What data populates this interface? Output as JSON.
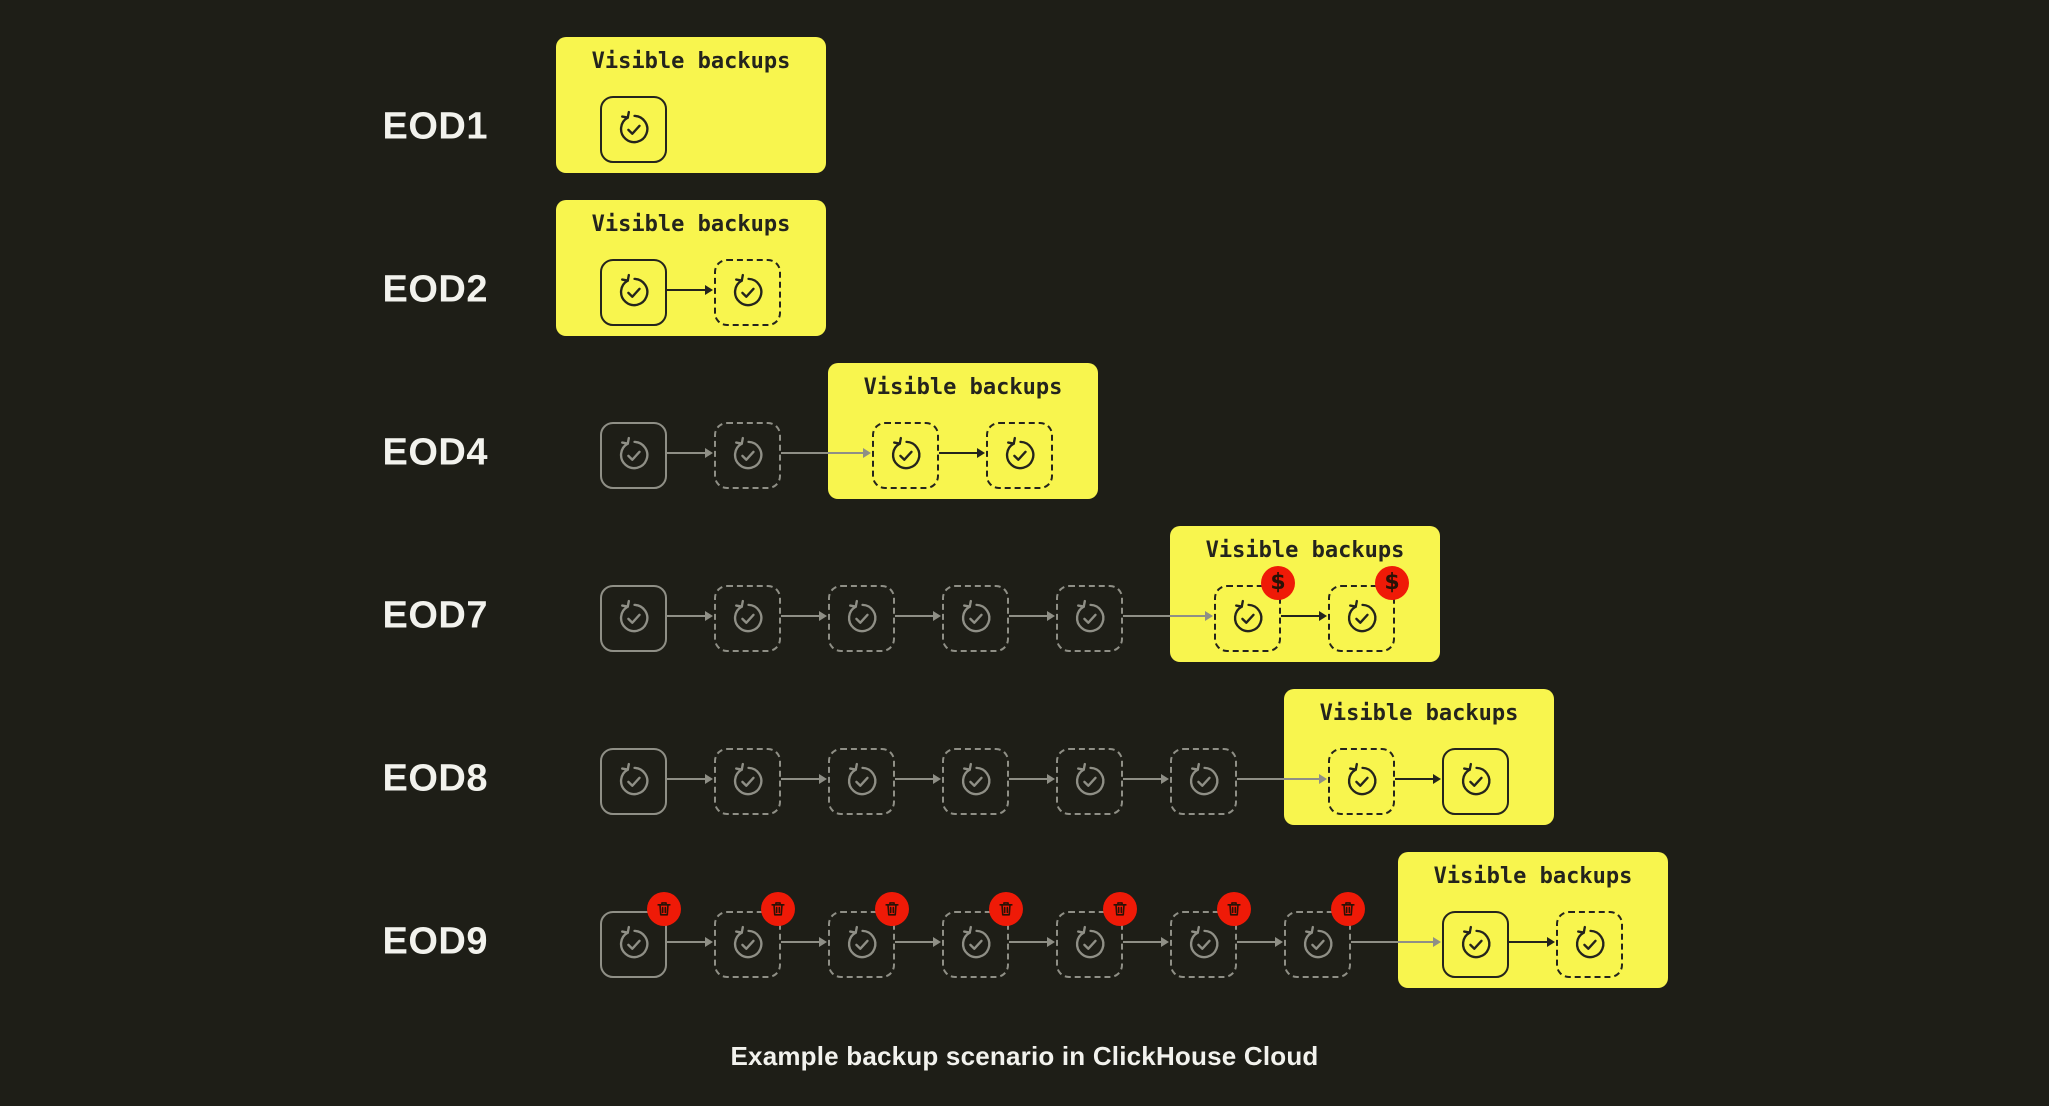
{
  "caption": "Example backup scenario in ClickHouse Cloud",
  "visible_box_label": "Visible backups",
  "colors": {
    "background": "#1e1e17",
    "box_yellow": "#f8f54e",
    "outside_icon": "#8f8f86",
    "inside_icon": "#24241d",
    "badge_red": "#ef1a07",
    "badge_glyph": "#2a1206",
    "label_text": "#f2f2ed"
  },
  "rows": [
    {
      "label": "EOD1",
      "outside_icons": [],
      "visible_box": {
        "icons": [
          {
            "style": "solid",
            "badge": null
          }
        ]
      }
    },
    {
      "label": "EOD2",
      "outside_icons": [],
      "visible_box": {
        "icons": [
          {
            "style": "solid",
            "badge": null
          },
          {
            "style": "dashed",
            "badge": null
          }
        ]
      }
    },
    {
      "label": "EOD4",
      "outside_icons": [
        {
          "style": "solid",
          "badge": null
        },
        {
          "style": "dashed",
          "badge": null
        }
      ],
      "visible_box": {
        "icons": [
          {
            "style": "dashed",
            "badge": null
          },
          {
            "style": "dashed",
            "badge": null
          }
        ]
      }
    },
    {
      "label": "EOD7",
      "outside_icons": [
        {
          "style": "solid",
          "badge": null
        },
        {
          "style": "dashed",
          "badge": null
        },
        {
          "style": "dashed",
          "badge": null
        },
        {
          "style": "dashed",
          "badge": null
        },
        {
          "style": "dashed",
          "badge": null
        }
      ],
      "visible_box": {
        "icons": [
          {
            "style": "dashed",
            "badge": "dollar"
          },
          {
            "style": "dashed",
            "badge": "dollar"
          }
        ]
      }
    },
    {
      "label": "EOD8",
      "outside_icons": [
        {
          "style": "solid",
          "badge": null
        },
        {
          "style": "dashed",
          "badge": null
        },
        {
          "style": "dashed",
          "badge": null
        },
        {
          "style": "dashed",
          "badge": null
        },
        {
          "style": "dashed",
          "badge": null
        },
        {
          "style": "dashed",
          "badge": null
        }
      ],
      "visible_box": {
        "icons": [
          {
            "style": "dashed",
            "badge": null
          },
          {
            "style": "solid",
            "badge": null
          }
        ]
      }
    },
    {
      "label": "EOD9",
      "outside_icons": [
        {
          "style": "solid",
          "badge": "trash"
        },
        {
          "style": "dashed",
          "badge": "trash"
        },
        {
          "style": "dashed",
          "badge": "trash"
        },
        {
          "style": "dashed",
          "badge": "trash"
        },
        {
          "style": "dashed",
          "badge": "trash"
        },
        {
          "style": "dashed",
          "badge": "trash"
        },
        {
          "style": "dashed",
          "badge": "trash"
        }
      ],
      "visible_box": {
        "icons": [
          {
            "style": "solid",
            "badge": null
          },
          {
            "style": "dashed",
            "badge": null
          }
        ]
      }
    }
  ]
}
